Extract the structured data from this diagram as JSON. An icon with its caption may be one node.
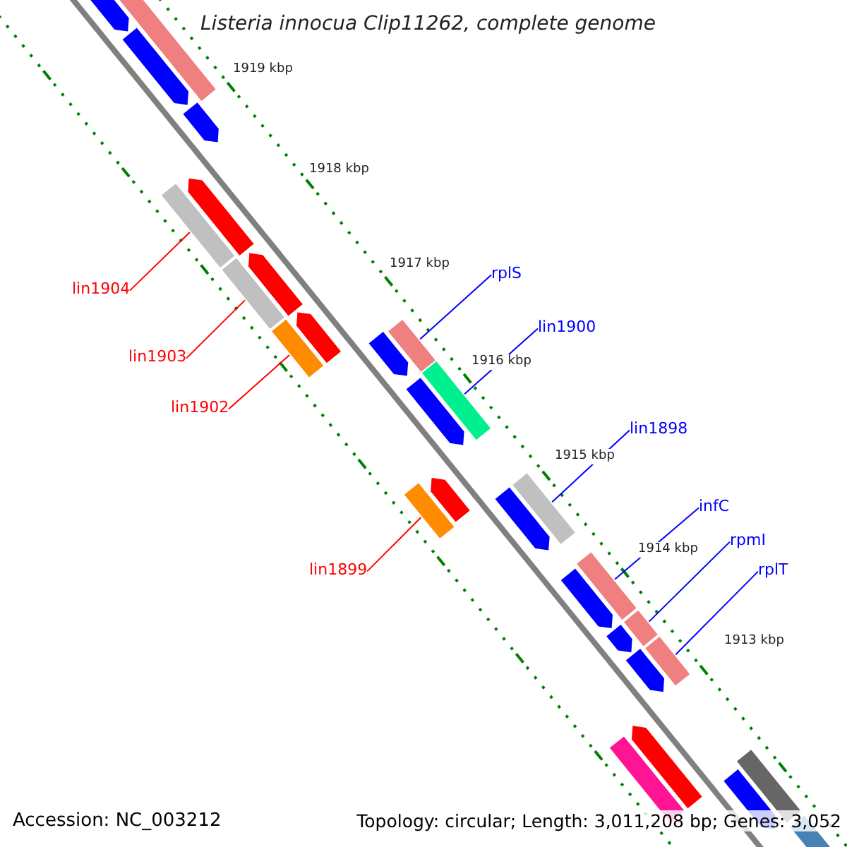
{
  "diagram": {
    "title": "Listeria innocua Clip11262, complete genome",
    "nodes": [
      {
        "text": [
          "rplS"
        ]
      },
      {
        "text": [
          "lin1904"
        ]
      },
      {
        "text": [
          "lin1900"
        ]
      },
      {
        "text": [
          "lin1903"
        ]
      },
      {
        "text": [
          "lin1902"
        ]
      },
      {
        "text": [
          "lin1898"
        ]
      },
      {
        "text": [
          "infC"
        ]
      },
      {
        "text": [
          "rpmI"
        ]
      },
      {
        "text": [
          "lin1899"
        ]
      },
      {
        "text": [
          "rplT"
        ]
      },
      {
        "text": [],
        "shape": "bar"
      },
      {
        "text": [],
        "shape": "bar"
      },
      {
        "text": [],
        "shape": "bar"
      },
      {
        "text": [],
        "shape": "bar"
      },
      {
        "text": [],
        "shape": "bar"
      },
      {
        "text": [],
        "shape": "bar"
      },
      {
        "text": [],
        "shape": "bar"
      },
      {
        "text": [],
        "shape": "bar"
      },
      {
        "text": [],
        "shape": "bar"
      },
      {
        "text": [],
        "shape": "bar"
      }
    ],
    "edges": [
      {
        "from": 0,
        "to": 10,
        "arrow": "none"
      },
      {
        "from": 1,
        "to": 11,
        "arrow": "none",
        "color": "#ff0000"
      },
      {
        "from": 2,
        "to": 12,
        "arrow": "none"
      },
      {
        "from": 3,
        "to": 13,
        "arrow": "none",
        "color": "#ff0000"
      },
      {
        "from": 4,
        "to": 14,
        "arrow": "none",
        "color": "#ff0000"
      },
      {
        "from": 5,
        "to": 15,
        "arrow": "none"
      },
      {
        "from": 6,
        "to": 16,
        "arrow": "none"
      },
      {
        "from": 7,
        "to": 17,
        "arrow": "none"
      },
      {
        "from": 8,
        "to": 18,
        "arrow": "none",
        "color": "#ff0000"
      },
      {
        "from": 9,
        "to": 19,
        "arrow": "none"
      }
    ],
    "labels": [
      "1919 kbp",
      "1918 kbp",
      "1917 kbp",
      "1916 kbp",
      "1915 kbp",
      "1914 kbp",
      "1913 kbp",
      "Accession: NC_003212",
      "Topology: circular; Length: 3,011,208 bp; Genes: 3,052"
    ]
  }
}
